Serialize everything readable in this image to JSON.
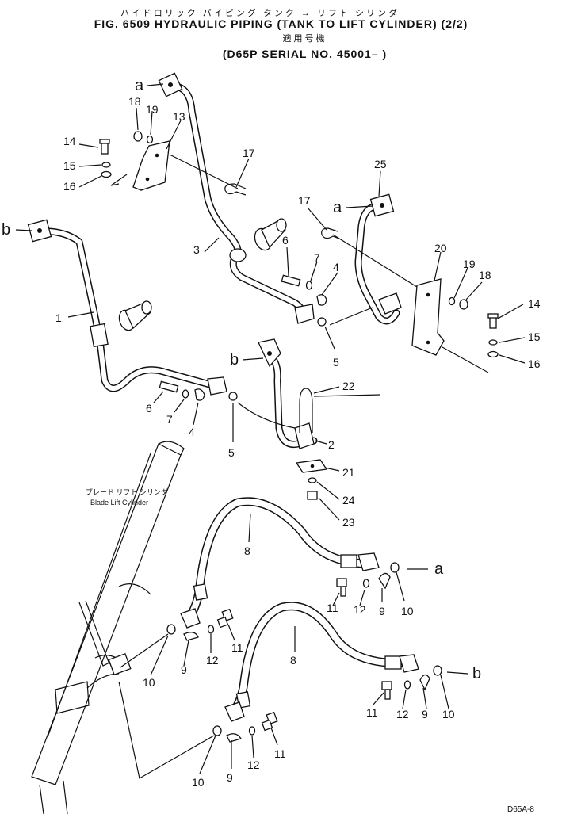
{
  "header": {
    "title_jp": "ハイドロリック パイピング タンク → リフト シリンダ",
    "title_en": "FIG. 6509  HYDRAULIC PIPING (TANK TO LIFT CYLINDER) (2/2)",
    "applicable_jp": "適用号機",
    "serial": "(D65P SERIAL NO. 45001– )"
  },
  "cylinder_label": {
    "jp": "ブレード リフト シリンダ",
    "en": "Blade Lift Cylinder"
  },
  "connection_marks": {
    "a": "a",
    "b": "b"
  },
  "callouts": {
    "c1": "1",
    "c2": "2",
    "c3": "3",
    "c4": "4",
    "c4b": "4",
    "c5": "5",
    "c5b": "5",
    "c6": "6",
    "c6b": "6",
    "c7": "7",
    "c7b": "7",
    "c8": "8",
    "c8b": "8",
    "c9": "9",
    "c9b": "9",
    "c9c": "9",
    "c9d": "9",
    "c10": "10",
    "c10b": "10",
    "c10c": "10",
    "c10d": "10",
    "c11": "11",
    "c11b": "11",
    "c11c": "11",
    "c11d": "11",
    "c12": "12",
    "c12b": "12",
    "c12c": "12",
    "c12d": "12",
    "c13": "13",
    "c14": "14",
    "c14b": "14",
    "c15": "15",
    "c15b": "15",
    "c16": "16",
    "c16b": "16",
    "c17": "17",
    "c17b": "17",
    "c18": "18",
    "c18b": "18",
    "c19": "19",
    "c19b": "19",
    "c20": "20",
    "c21": "21",
    "c22": "22",
    "c23": "23",
    "c24": "24",
    "c25": "25"
  },
  "footer": {
    "code": "D65A-8"
  }
}
